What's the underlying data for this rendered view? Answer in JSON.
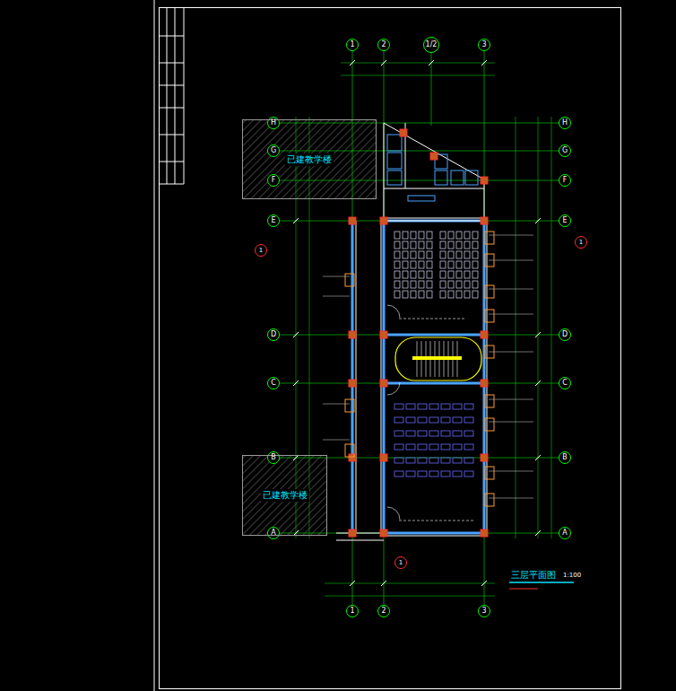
{
  "diagram": {
    "caption": "三层平面图",
    "nodes": [
      {
        "text": [
          "1"
        ]
      },
      {
        "text": [
          "2"
        ]
      },
      {
        "text": [
          "1/2"
        ]
      },
      {
        "text": [
          "3"
        ]
      },
      {
        "text": [
          "1"
        ]
      },
      {
        "text": [
          "2"
        ]
      },
      {
        "text": [
          "3"
        ]
      },
      {
        "text": [
          "H"
        ]
      },
      {
        "text": [
          "G"
        ]
      },
      {
        "text": [
          "F"
        ]
      },
      {
        "text": [
          "E"
        ]
      },
      {
        "text": [
          "D"
        ]
      },
      {
        "text": [
          "C"
        ]
      },
      {
        "text": [
          "B"
        ]
      },
      {
        "text": [
          "A"
        ]
      },
      {
        "text": [
          "H"
        ]
      },
      {
        "text": [
          "G"
        ]
      },
      {
        "text": [
          "F"
        ]
      },
      {
        "text": [
          "E"
        ]
      },
      {
        "text": [
          "D"
        ]
      },
      {
        "text": [
          "C"
        ]
      },
      {
        "text": [
          "B"
        ]
      },
      {
        "text": [
          "A"
        ]
      },
      {
        "text": [
          "已建教学楼"
        ]
      },
      {
        "text": [
          "已建教学楼"
        ]
      },
      {
        "text": [
          "1"
        ]
      },
      {
        "text": [
          "1"
        ]
      },
      {
        "text": [
          "1"
        ]
      }
    ],
    "edges": [],
    "labels": [
      "1:100"
    ]
  }
}
